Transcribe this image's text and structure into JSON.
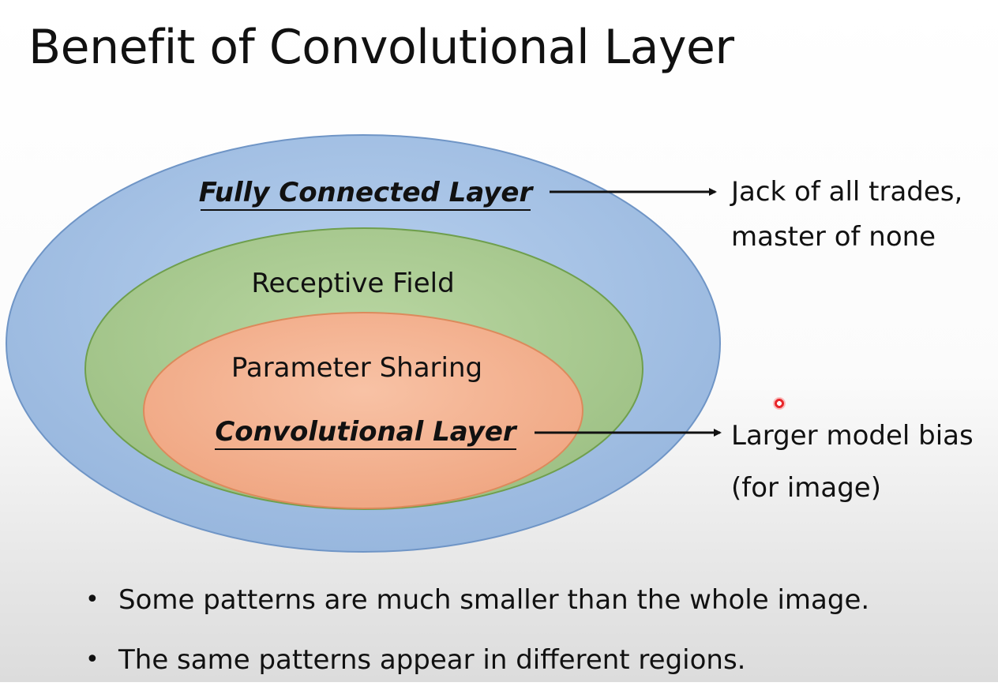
{
  "slide": {
    "title": "Benefit of Convolutional Layer"
  },
  "diagram": {
    "outer_label": "Fully Connected Layer",
    "middle_label": "Receptive Field",
    "inner_label_top": "Parameter Sharing",
    "inner_label_bottom": "Convolutional Layer",
    "note_fully_connected": [
      "Jack of all trades,",
      "master of none"
    ],
    "note_convolutional": [
      "Larger model bias",
      "(for image)"
    ],
    "colors": {
      "outer_fill": "#a9c5e6",
      "outer_stroke": "#6f95c6",
      "middle_fill": "#b0cf98",
      "middle_stroke": "#6f9f4d",
      "inner_fill": "#f6b494",
      "inner_stroke": "#dc8a5c"
    }
  },
  "bullets": [
    "Some patterns are much smaller than the whole image.",
    "The same patterns appear in different regions."
  ]
}
